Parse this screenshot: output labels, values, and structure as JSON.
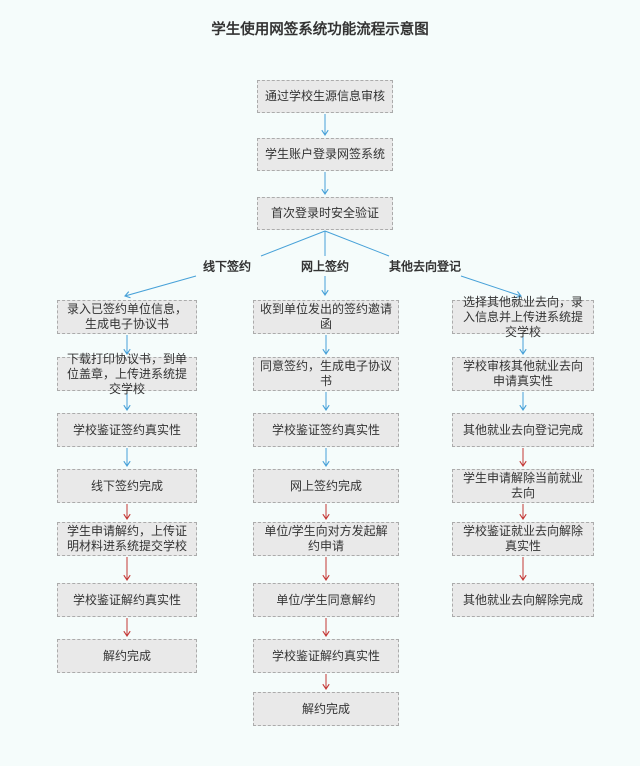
{
  "title": "学生使用网签系统功能流程示意图",
  "colors": {
    "background": "#f5fcfb",
    "box_fill": "#e9e9e9",
    "box_border": "#ababab",
    "text": "#333333",
    "flow_blue": "#47a1d8",
    "flow_red": "#c43836"
  },
  "top_chain": [
    "通过学校生源信息审核",
    "学生账户登录网签系统",
    "首次登录时安全验证"
  ],
  "top_chain_arrow_colors": [
    "blue",
    "blue"
  ],
  "branch_connector_color": "blue",
  "branches": [
    {
      "label": "线下签约",
      "steps": [
        "录入已签约单位信息，生成电子协议书",
        "下载打印协议书，到单位盖章，上传进系统提交学校",
        "学校鉴证签约真实性",
        "线下签约完成",
        "学生申请解约，上传证明材料进系统提交学校",
        "学校鉴证解约真实性",
        "解约完成"
      ],
      "arrow_colors": [
        "blue",
        "blue",
        "blue",
        "red",
        "red",
        "red"
      ]
    },
    {
      "label": "网上签约",
      "steps": [
        "收到单位发出的签约邀请函",
        "同意签约，生成电子协议书",
        "学校鉴证签约真实性",
        "网上签约完成",
        "单位/学生向对方发起解约申请",
        "单位/学生同意解约",
        "学校鉴证解约真实性",
        "解约完成"
      ],
      "arrow_colors": [
        "blue",
        "blue",
        "blue",
        "red",
        "red",
        "red",
        "red"
      ]
    },
    {
      "label": "其他去向登记",
      "steps": [
        "选择其他就业去向，录入信息并上传进系统提交学校",
        "学校审核其他就业去向申请真实性",
        "其他就业去向登记完成",
        "学生申请解除当前就业去向",
        "学校鉴证就业去向解除真实性",
        "其他就业去向解除完成"
      ],
      "arrow_colors": [
        "blue",
        "blue",
        "red",
        "red",
        "red"
      ]
    }
  ]
}
